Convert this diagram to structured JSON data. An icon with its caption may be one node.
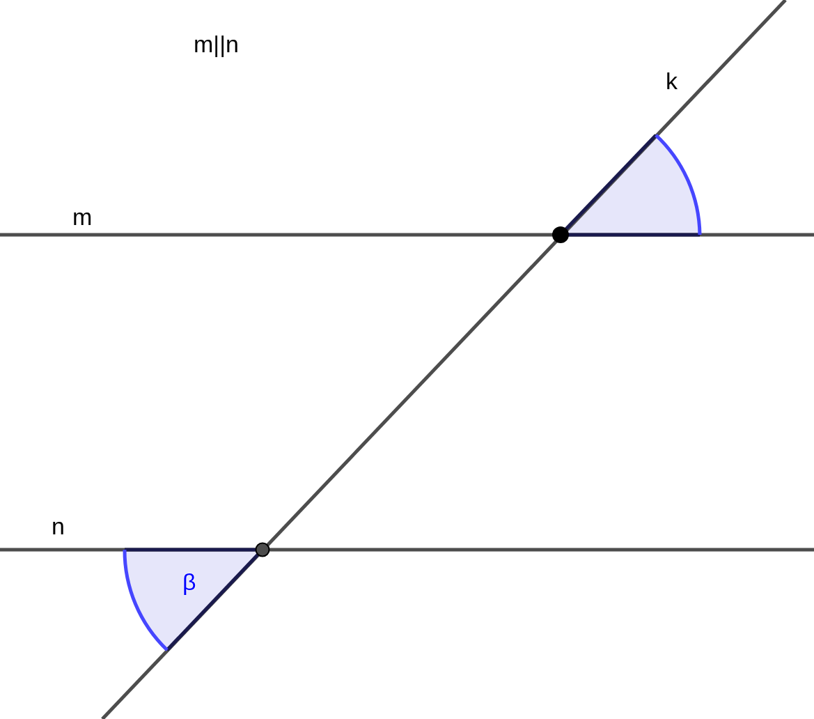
{
  "diagram": {
    "labels": [
      "m||n",
      "k",
      "m",
      "n",
      "β"
    ]
  }
}
